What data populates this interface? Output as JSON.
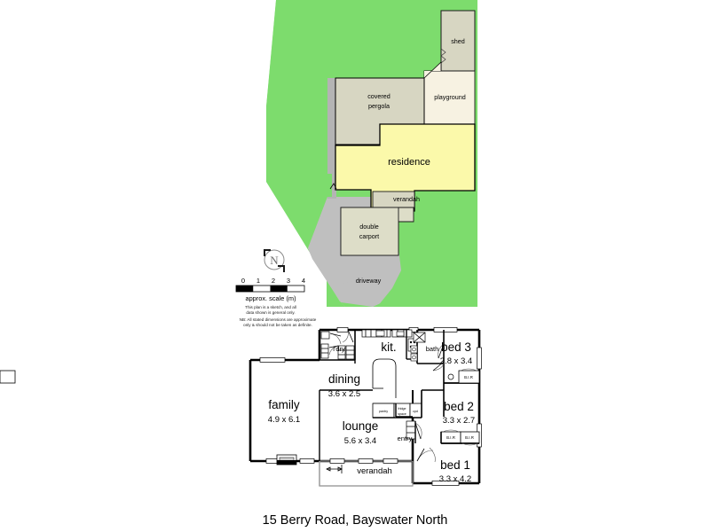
{
  "document": {
    "type": "real-estate-floor-plan",
    "title": "15 Berry Road, Bayswater North"
  },
  "site_plan": {
    "areas": [
      {
        "id": "shed",
        "label": "shed",
        "fill": "#d7d6c2"
      },
      {
        "id": "playground",
        "label": "playground",
        "fill": "#f7f2e2"
      },
      {
        "id": "covered-pergola",
        "label": "covered\npergola",
        "label_line1": "covered",
        "label_line2": "pergola",
        "fill": "#d7d6c2"
      },
      {
        "id": "residence",
        "label": "residence",
        "fill": "#fbf9aa"
      },
      {
        "id": "verandah",
        "label": "verandah",
        "fill": "#d7d6c2"
      },
      {
        "id": "double-carport",
        "label": "double\ncarport",
        "label_line1": "double",
        "label_line2": "carport",
        "fill": "#ddddc8"
      },
      {
        "id": "driveway",
        "label": "driveway",
        "fill": "#bfbfbf"
      },
      {
        "id": "garden",
        "label": "",
        "fill": "#7ddc6d"
      }
    ],
    "colors": {
      "lawn_green": "#7ddc6d",
      "paving_grey": "#bfbfbf",
      "building_khaki": "#d7d6c2",
      "residence_yellow": "#fbf9aa",
      "playground_cream": "#f7f2e2"
    }
  },
  "compass": {
    "label": "N"
  },
  "scale_bar": {
    "ticks": [
      "0",
      "1",
      "2",
      "3",
      "4"
    ],
    "caption": "approx. scale (m)",
    "note_line1": "This plan is a sketch, and all",
    "note_line2": "data shown is general only.",
    "disclaimer_line1": "NB: All stated dimensions are approximate",
    "disclaimer_line2": "only & should not be taken as definite."
  },
  "floor_plan": {
    "rooms": [
      {
        "id": "family",
        "name": "family",
        "dimensions": "4.9 x 6.1"
      },
      {
        "id": "dining",
        "name": "dining",
        "dimensions": "3.6 x 2.5"
      },
      {
        "id": "lounge",
        "name": "lounge",
        "dimensions": "5.6 x 3.4"
      },
      {
        "id": "kitchen",
        "name": "kit.",
        "dimensions": ""
      },
      {
        "id": "laundry",
        "name": "l'dry",
        "dimensions": ""
      },
      {
        "id": "bath",
        "name": "bath",
        "dimensions": ""
      },
      {
        "id": "bed3",
        "name": "bed 3",
        "dimensions": "2.8 x 3.4"
      },
      {
        "id": "bed2",
        "name": "bed 2",
        "dimensions": "3.3 x 2.7"
      },
      {
        "id": "bed1",
        "name": "bed 1",
        "dimensions": "3.3 x 4.2"
      },
      {
        "id": "entry",
        "name": "entry",
        "dimensions": ""
      },
      {
        "id": "verandah",
        "name": "verandah",
        "dimensions": ""
      }
    ],
    "fixture_labels": {
      "pantry": "pantry",
      "fridge_space_line1": "fridge",
      "fridge_space_line2": "space",
      "cupboard": "cpd",
      "bir_bed3": "B.I.R",
      "bir_bed2_left": "B.I.R",
      "bir_bed2_right": "B.I.R"
    }
  }
}
